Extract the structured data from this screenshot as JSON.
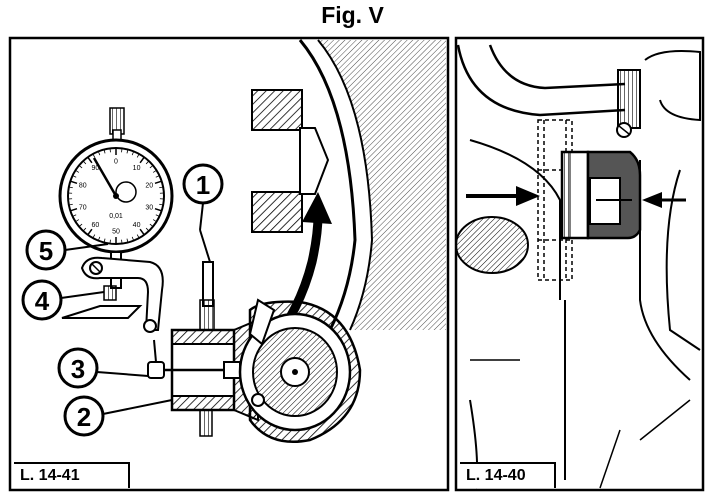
{
  "figure": {
    "title": "Fig. V",
    "left_panel": {
      "label": "L. 14-41",
      "callouts": [
        "1",
        "2",
        "3",
        "4",
        "5"
      ],
      "dial_numbers": [
        "0",
        "10",
        "20",
        "30",
        "40",
        "50",
        "60",
        "70",
        "80",
        "90"
      ],
      "dial_unit": "0,01"
    },
    "right_panel": {
      "label": "L. 14-40"
    }
  }
}
